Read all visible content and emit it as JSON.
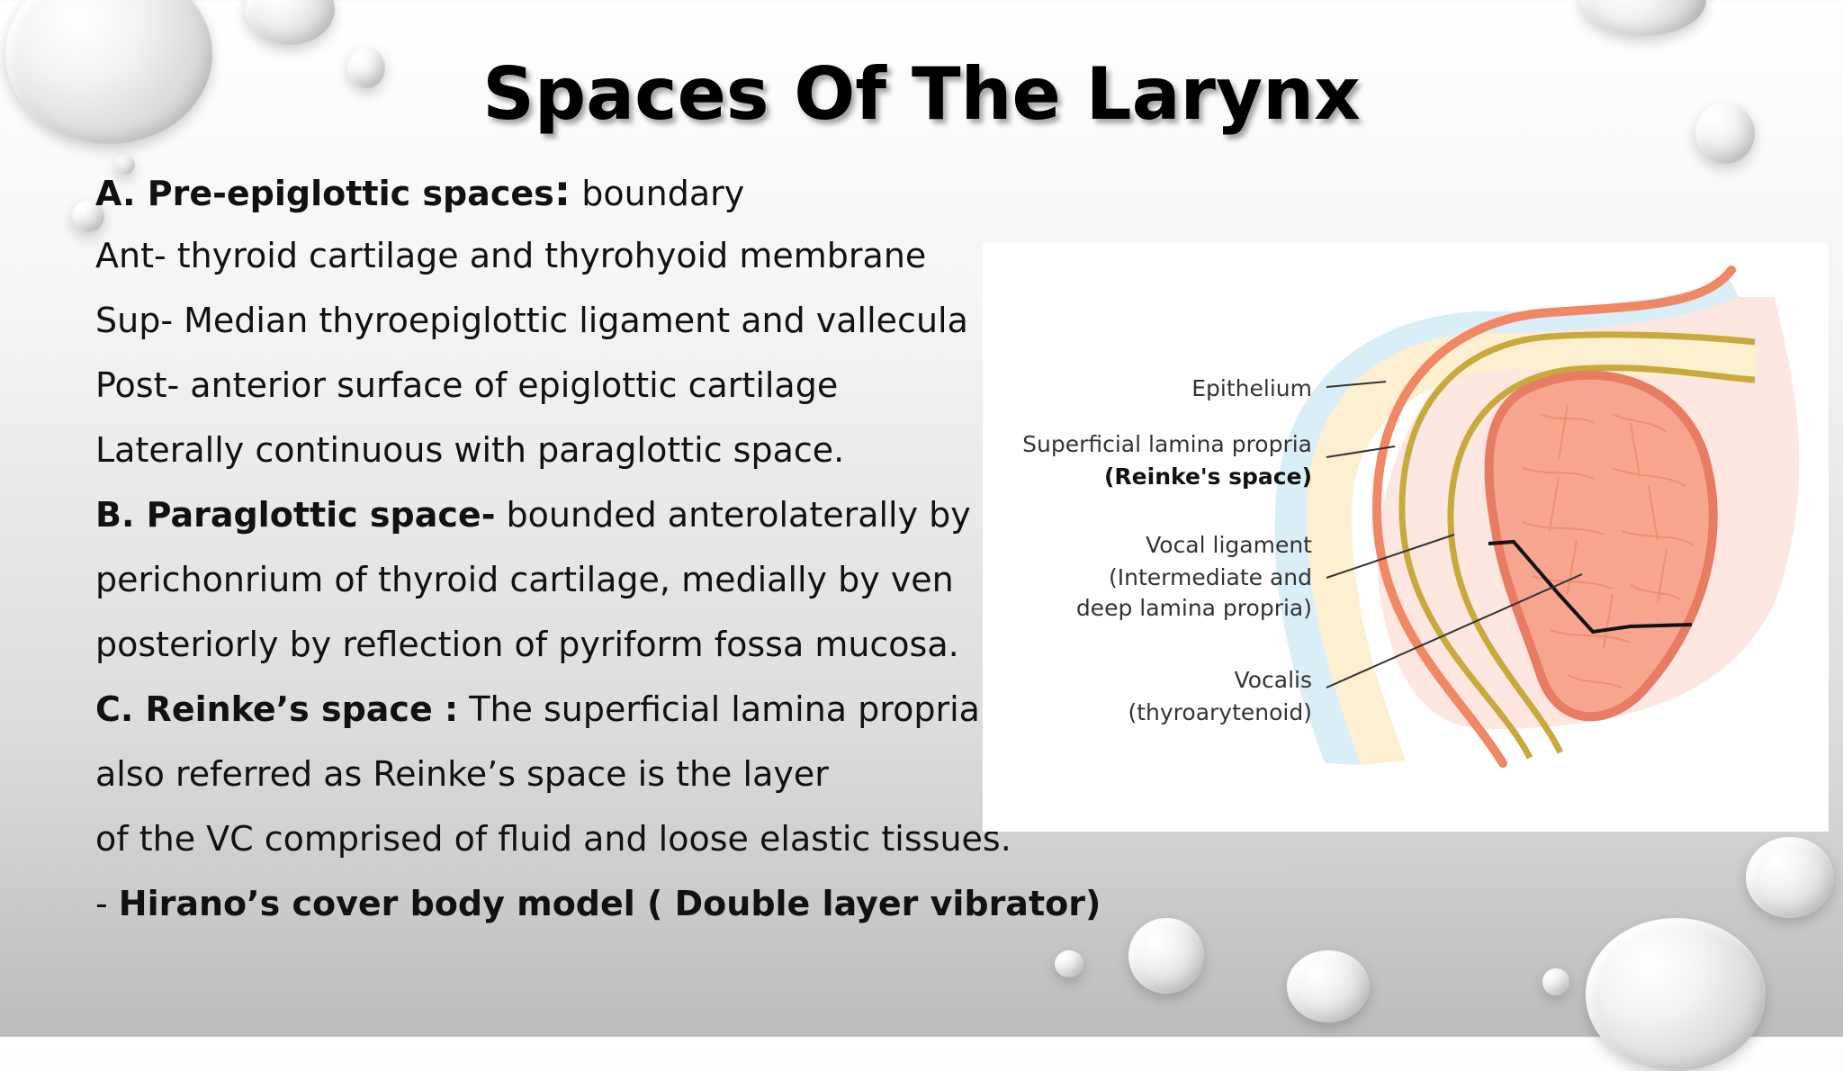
{
  "slide": {
    "title": "Spaces Of The Larynx"
  },
  "section_a": {
    "label": "A.  Pre-epiglottic spaces",
    "colon": ":",
    "rest": "  boundary",
    "lines": [
      "Ant- thyroid cartilage and thyrohyoid membrane",
      "Sup- Median thyroepiglottic ligament and vallecula",
      "Post- anterior surface of epiglottic cartilage",
      "Laterally continuous with paraglottic space."
    ]
  },
  "section_b": {
    "label": "B. Paraglottic space-",
    "rest": " bounded anterolaterally by",
    "lines": [
      " perichonrium  of thyroid cartilage, medially by ven",
      "posteriorly by reflection of pyriform fossa mucosa."
    ]
  },
  "section_c": {
    "label": "C. Reinke’s space :",
    "rest": " The superficial lamina propria",
    "lines": [
      "also referred as Reinke’s space is the layer",
      "of the VC comprised of fluid and loose elastic tissues."
    ]
  },
  "hirano": {
    "prefix": "- ",
    "text": "Hirano’s cover body model ( Double layer vibrator)"
  },
  "diagram": {
    "epithelium": "Epithelium",
    "superficial": "Superficial lamina propria",
    "reinke": "(Reinke's space)",
    "vocal_ligament": "Vocal ligament",
    "intermediate": "(Intermediate and",
    "deep": "deep lamina propria)",
    "vocalis": "Vocalis",
    "thyroarytenoid": "(thyroarytenoid)",
    "colors": {
      "epithelium": "#f08866",
      "reinke_fill": "#d9eef7",
      "ligament_line": "#c8a93c",
      "ligament_fill": "#fdf0d0",
      "muscle_fill": "#f7a58f",
      "muscle_border": "#e87c62",
      "background_fill": "#fde7e0"
    }
  }
}
